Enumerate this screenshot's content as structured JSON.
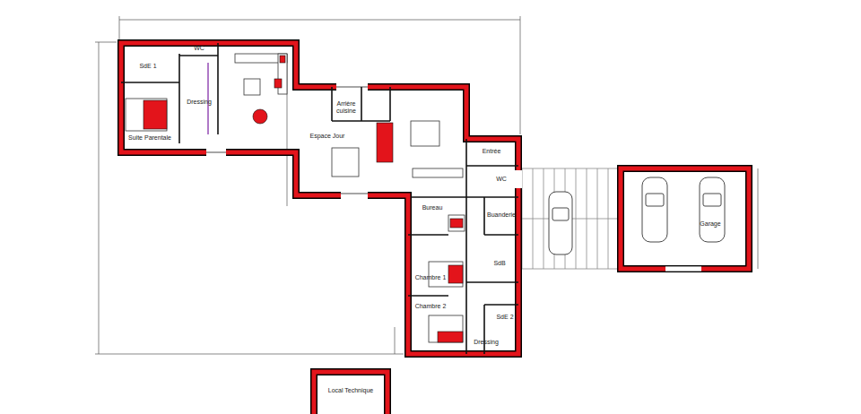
{
  "diagram": {
    "nodes": [
      {
        "text": [
          "Suite Parentale"
        ]
      },
      {
        "text": [
          "SdE 1"
        ]
      },
      {
        "text": [
          "WC"
        ]
      },
      {
        "text": [
          "Dressing"
        ]
      },
      {
        "text": [
          "Espace Jour"
        ]
      },
      {
        "text": [
          "Arrière cuisine"
        ]
      },
      {
        "text": [
          "Entrée"
        ]
      },
      {
        "text": [
          "WC"
        ]
      },
      {
        "text": [
          "Bureau"
        ]
      },
      {
        "text": [
          "Buanderie"
        ]
      },
      {
        "text": [
          "Chambre 1"
        ]
      },
      {
        "text": [
          "SdB"
        ]
      },
      {
        "text": [
          "Chambre 2"
        ]
      },
      {
        "text": [
          "SdE 2"
        ]
      },
      {
        "text": [
          "Dressing"
        ]
      },
      {
        "text": [
          "Garage"
        ]
      },
      {
        "text": [
          "Local Technique"
        ]
      }
    ]
  }
}
